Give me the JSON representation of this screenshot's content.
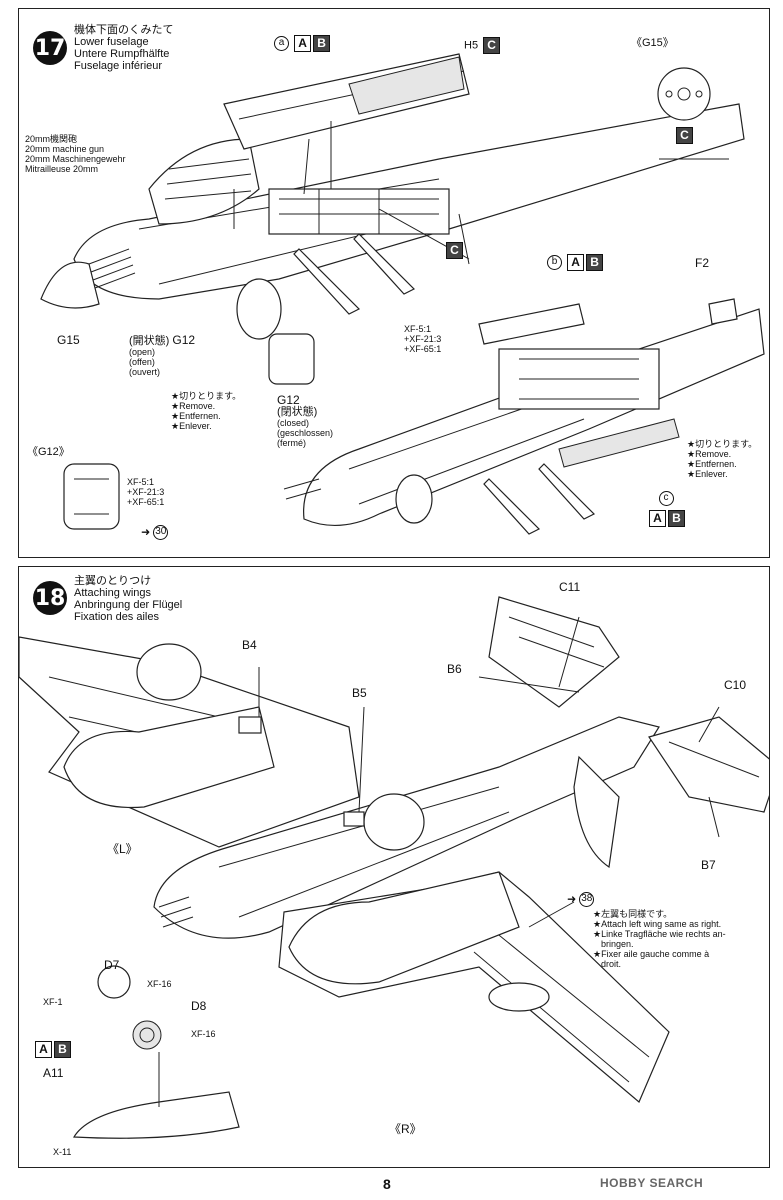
{
  "step17": {
    "number": "17",
    "title_jp": "機体下面のくみたて",
    "title_en": "Lower fuselage",
    "title_de": "Untere Rumpfhälfte",
    "title_fr": "Fuselage inférieur",
    "gun_jp": "20mm機関砲",
    "gun_en": "20mm machine gun",
    "gun_de": "20mm Maschinengewehr",
    "gun_fr": "Mitrailleuse 20mm",
    "label_a": "a",
    "label_b": "b",
    "label_c": "c",
    "box_a": "A",
    "box_b": "B",
    "box_c": "C",
    "part_h5": "H5",
    "part_g15": "G15",
    "part_g12": "G12",
    "part_f2": "F2",
    "open_jp": "(開状態)",
    "open_en": "(open)",
    "open_de": "(offen)",
    "open_fr": "(ouvert)",
    "closed_jp": "(閉状態)",
    "closed_en": "(closed)",
    "closed_de": "(geschlossen)",
    "closed_fr": "(fermé)",
    "cut_jp": "★切りとります。",
    "cut_en": "★Remove.",
    "cut_de": "★Entfernen.",
    "cut_fr": "★Enlever.",
    "detail_g15": "《G15》",
    "detail_g12": "《G12》",
    "screw_1": "XF-5:1",
    "screw_2": "+XF-21:3",
    "screw_3": "+XF-65:1",
    "ref_30": "30"
  },
  "step18": {
    "number": "18",
    "title_jp": "主翼のとりつけ",
    "title_en": "Attaching wings",
    "title_de": "Anbringung der Flügel",
    "title_fr": "Fixation des ailes",
    "part_b4": "B4",
    "part_b5": "B5",
    "part_b6": "B6",
    "part_b7": "B7",
    "part_c10": "C10",
    "part_c11": "C11",
    "part_d7": "D7",
    "part_d8": "D8",
    "part_a11": "A11",
    "wing_l": "《L》",
    "wing_r": "《R》",
    "ref_38": "38",
    "left_jp": "★左翼も同様です。",
    "left_en": "★Attach left wing same as right.",
    "left_de1": "★Linke Tragfläche wie rechts an-",
    "left_de2": "bringen.",
    "left_fr1": "★Fixer aile gauche comme à",
    "left_fr2": "droit.",
    "xf1": "XF-1",
    "xf16a": "XF-16",
    "xf16b": "XF-16",
    "x11": "X-11",
    "box_a": "A",
    "box_b": "B"
  },
  "page_number": "8",
  "watermark": "HOBBY SEARCH"
}
